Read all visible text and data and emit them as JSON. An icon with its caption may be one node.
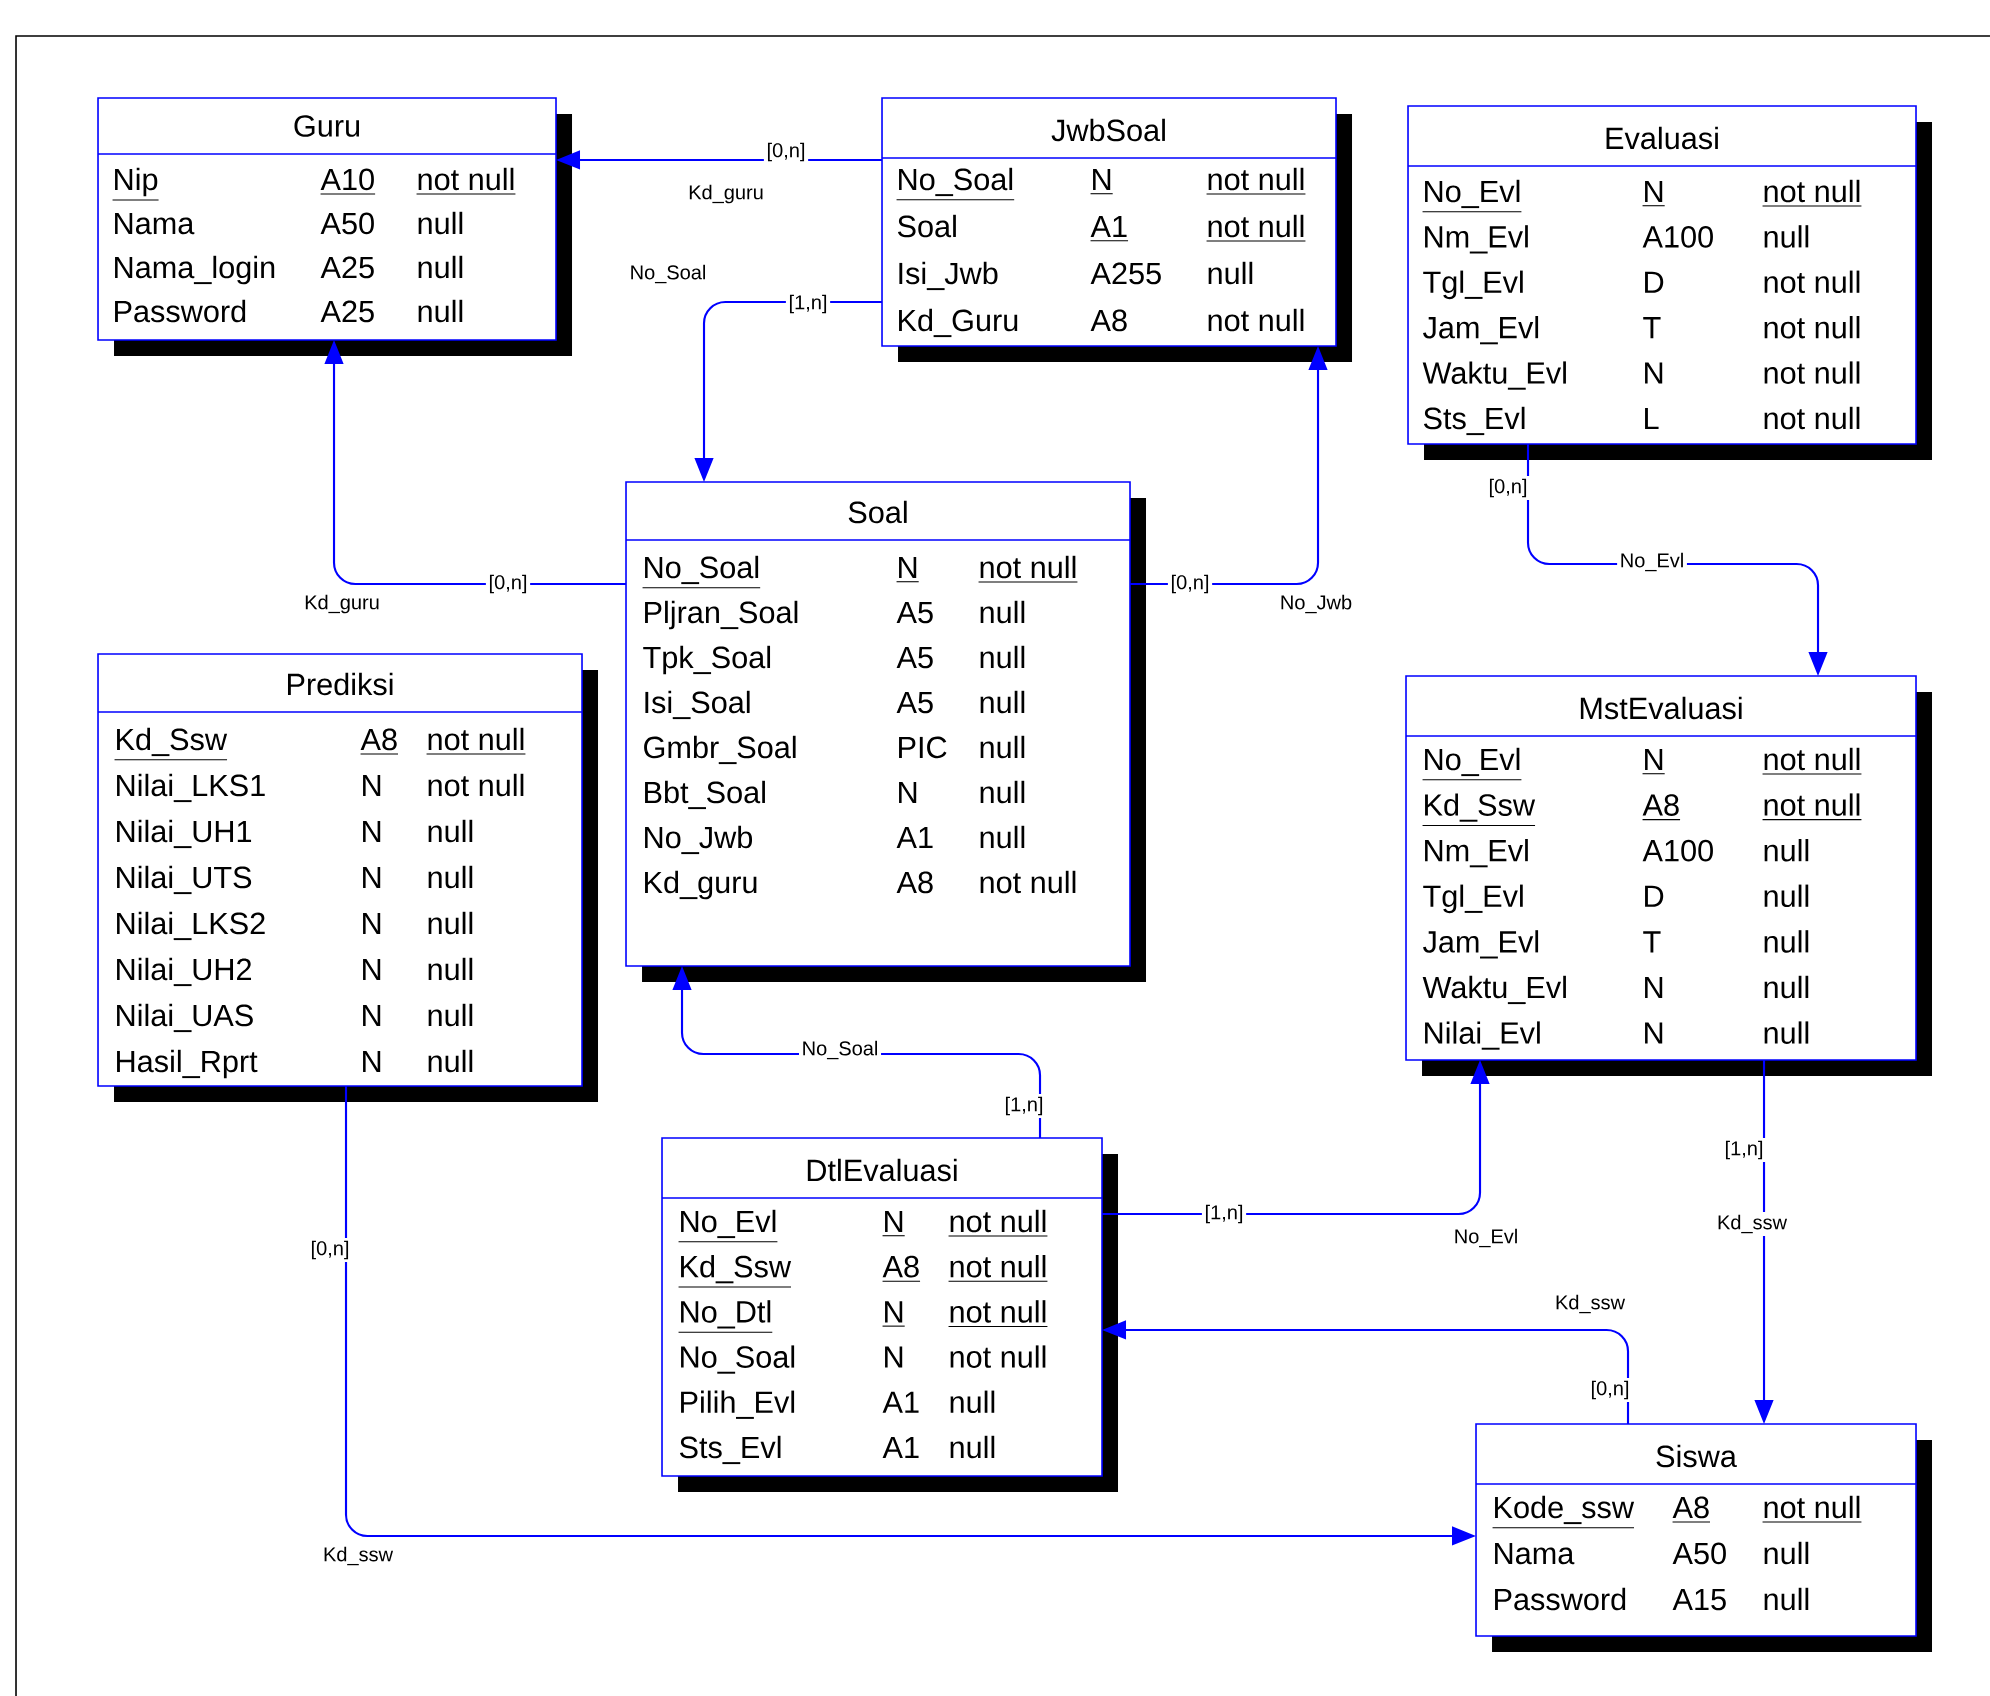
{
  "diagram": {
    "nodes": [
      {
        "text": [
          "Guru",
          "Nip",
          "A10",
          "not null",
          "Nama",
          "A50",
          "null",
          "Nama_login",
          "A25",
          "null",
          "Password",
          "A25",
          "null"
        ]
      },
      {
        "text": [
          "JwbSoal",
          "No_Soal",
          "N",
          "not null",
          "Soal",
          "A1",
          "not null",
          "Isi_Jwb",
          "A255",
          "null",
          "Kd_Guru",
          "A8",
          "not null"
        ]
      },
      {
        "text": [
          "Evaluasi",
          "No_Evl",
          "N",
          "not null",
          "Nm_Evl",
          "A100",
          "null",
          "Tgl_Evl",
          "D",
          "not null",
          "Jam_Evl",
          "T",
          "not null",
          "Waktu_Evl",
          "N",
          "not null",
          "Sts_Evl",
          "L",
          "not null"
        ]
      },
      {
        "text": [
          "Soal",
          "No_Soal",
          "N",
          "not null",
          "Pljran_Soal",
          "A5",
          "null",
          "Tpk_Soal",
          "A5",
          "null",
          "Isi_Soal",
          "A5",
          "null",
          "Gmbr_Soal",
          "PIC",
          "null",
          "Bbt_Soal",
          "N",
          "null",
          "No_Jwb",
          "A1",
          "null",
          "Kd_guru",
          "A8",
          "not null"
        ]
      },
      {
        "text": [
          "Prediksi",
          "Kd_Ssw",
          "A8",
          "not null",
          "Nilai_LKS1",
          "N",
          "not null",
          "Nilai_UH1",
          "N",
          "null",
          "Nilai_UTS",
          "N",
          "null",
          "Nilai_LKS2",
          "N",
          "null",
          "Nilai_UH2",
          "N",
          "null",
          "Nilai_UAS",
          "N",
          "null",
          "Hasil_Rprt",
          "N",
          "null"
        ]
      },
      {
        "text": [
          "MstEvaluasi",
          "No_Evl",
          "N",
          "not null",
          "Kd_Ssw",
          "A8",
          "not null",
          "Nm_Evl",
          "A100",
          "null",
          "Tgl_Evl",
          "D",
          "null",
          "Jam_Evl",
          "T",
          "null",
          "Waktu_Evl",
          "N",
          "null",
          "Nilai_Evl",
          "N",
          "null"
        ]
      },
      {
        "text": [
          "DtlEvaluasi",
          "No_Evl",
          "N",
          "not null",
          "Kd_Ssw",
          "A8",
          "not null",
          "No_Dtl",
          "N",
          "not null",
          "No_Soal",
          "N",
          "not null",
          "Pilih_Evl",
          "A1",
          "null",
          "Sts_Evl",
          "A1",
          "null"
        ]
      },
      {
        "text": [
          "Siswa",
          "Kode_ssw",
          "A8",
          "not null",
          "Nama",
          "A50",
          "null",
          "Password",
          "A15",
          "null"
        ]
      }
    ],
    "edges": [
      {
        "from": 1,
        "to": 0,
        "arrow": "to",
        "label": "Kd_guru"
      },
      {
        "from": 1,
        "to": 3,
        "arrow": "to",
        "label": "No_Soal"
      },
      {
        "from": 3,
        "to": 0,
        "arrow": "to",
        "label": "Kd_guru"
      },
      {
        "from": 3,
        "to": 1,
        "arrow": "to",
        "label": "No_Jwb"
      },
      {
        "from": 2,
        "to": 5,
        "arrow": "to",
        "label": "No_Evl"
      },
      {
        "from": 6,
        "to": 3,
        "arrow": "to",
        "label": "No_Soal"
      },
      {
        "from": 6,
        "to": 5,
        "arrow": "to",
        "label": "No_Evl"
      },
      {
        "from": 5,
        "to": 7,
        "arrow": "to",
        "label": "Kd_ssw"
      },
      {
        "from": 7,
        "to": 6,
        "arrow": "to",
        "label": "Kd_ssw"
      },
      {
        "from": 4,
        "to": 7,
        "arrow": "to",
        "label": "Kd_ssw"
      }
    ],
    "labels": [
      "[0,n]",
      "[1,n]",
      "[0,n]",
      "[0,n]",
      "[0,n]",
      "[1,n]",
      "[1,n]",
      "[1,n]",
      "[0,n]",
      "[0,n]"
    ]
  }
}
